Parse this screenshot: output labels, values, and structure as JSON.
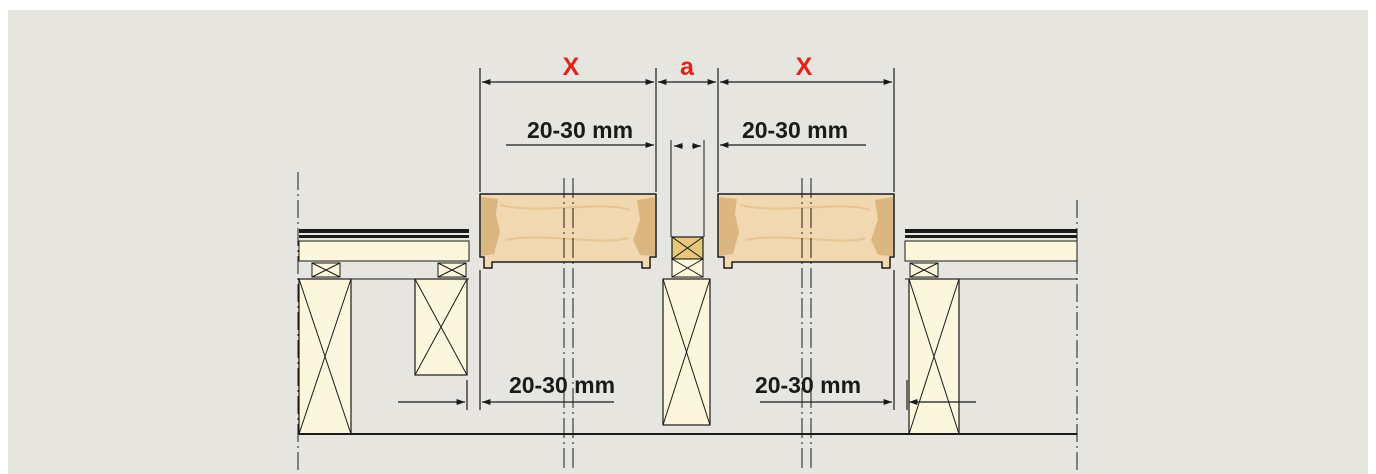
{
  "labels": {
    "x_left": "X",
    "a": "a",
    "x_right": "X",
    "upper_left": "20-30 mm",
    "upper_right": "20-30 mm",
    "lower_left": "20-30 mm",
    "lower_right": "20-30 mm"
  },
  "colors": {
    "background": "#e6e5e0",
    "wood_panel": "#f2d8b0",
    "wood_grain": "#d8b078",
    "beam": "#fbf6dc",
    "spacer": "#e8c778",
    "line": "#1a1a1a",
    "accent_red": "#e2231a"
  }
}
